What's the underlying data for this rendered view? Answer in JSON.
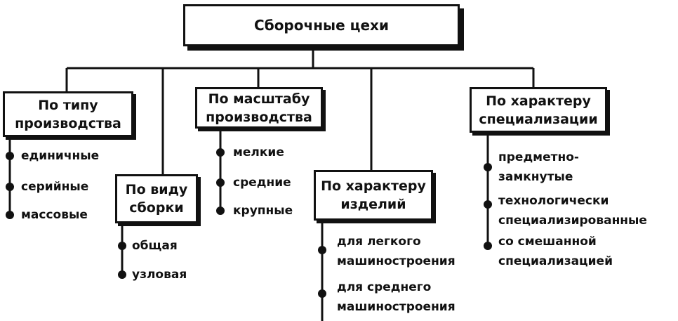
{
  "root": {
    "label": "Сборочные цехи"
  },
  "categories": [
    {
      "label": "По типу\nпроизводства",
      "items": [
        "единичные",
        "серийные",
        "массовые"
      ]
    },
    {
      "label": "По виду\nсборки",
      "items": [
        "общая",
        "узловая"
      ]
    },
    {
      "label": "По масштабу\nпроизводства",
      "items": [
        "мелкие",
        "средние",
        "крупные"
      ]
    },
    {
      "label": "По характеру\nизделий",
      "items": [
        "для легкого\nмашиностроения",
        "для среднего\nмашиностроения"
      ]
    },
    {
      "label": "По характеру\nспециализации",
      "items": [
        "предметно-\nзамкнутые",
        "технологически\nспециализированные",
        "со смешанной\nспециализацией"
      ]
    }
  ]
}
